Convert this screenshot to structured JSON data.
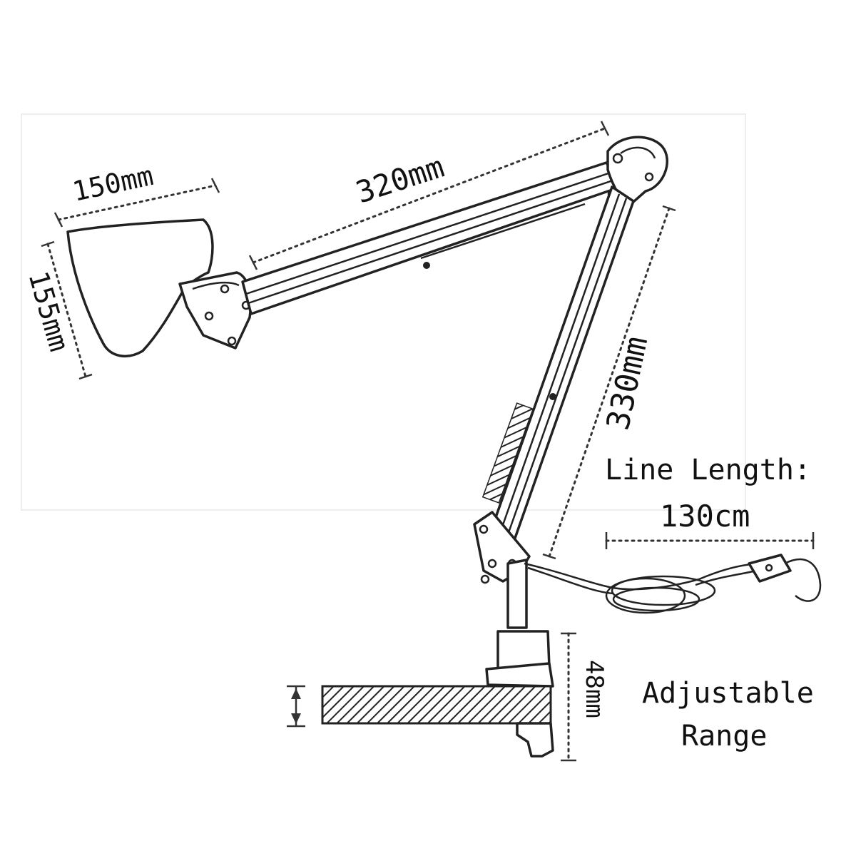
{
  "labels": {
    "shade_width": "150mm",
    "shade_height": "155mm",
    "upper_arm": "320mm",
    "lower_arm": "330mm",
    "line_length_title": "Line Length:",
    "line_length_value": "130cm",
    "clamp_height": "48mm",
    "adjustable_line1": "Adjustable",
    "adjustable_line2": "Range"
  },
  "colors": {
    "ink": "#222222",
    "dim_line": "#333333",
    "background": "#ffffff"
  }
}
